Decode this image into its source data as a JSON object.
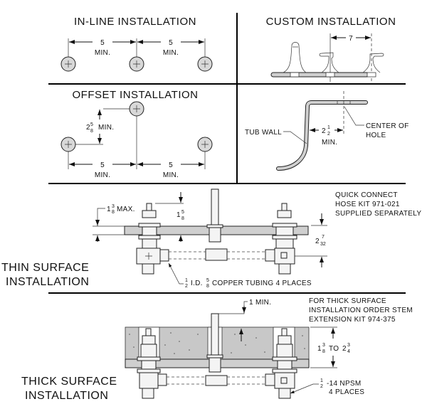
{
  "panels": {
    "inline": {
      "title": "IN-LINE INSTALLATION",
      "dim1_value": "5",
      "dim1_note": "MIN.",
      "dim2_value": "5",
      "dim2_note": "MIN."
    },
    "custom": {
      "title": "CUSTOM INSTALLATION",
      "dim_value": "7"
    },
    "offset": {
      "title": "OFFSET INSTALLATION",
      "vertical_whole": "2",
      "vertical_num": "5",
      "vertical_den": "8",
      "vertical_note": "MIN.",
      "dim1_value": "5",
      "dim1_note": "MIN.",
      "dim2_value": "5",
      "dim2_note": "MIN."
    },
    "tub": {
      "tub_wall_label": "TUB WALL",
      "dim_whole": "2",
      "dim_num": "1",
      "dim_den": "2",
      "dim_note": "MIN.",
      "center_label_line1": "CENTER OF",
      "center_label_line2": "HOLE"
    },
    "thin": {
      "title_line1": "THIN SURFACE",
      "title_line2": "INSTALLATION",
      "max_whole": "1",
      "max_num": "3",
      "max_den": "8",
      "max_note": "MAX.",
      "spout_whole": "1",
      "spout_num": "5",
      "spout_den": "8",
      "height_whole": "2",
      "height_num": "7",
      "height_den": "32",
      "note_line1": "QUICK CONNECT",
      "note_line2": "HOSE KIT 971-021",
      "note_line3": "SUPPLIED SEPARATELY",
      "tubing_num1": "1",
      "tubing_den1": "2",
      "tubing_mid": "I.D.",
      "tubing_num2": "5",
      "tubing_den2": "8",
      "tubing_rest": "COPPER TUBING 4 PLACES"
    },
    "thick": {
      "title_line1": "THICK SURFACE",
      "title_line2": "INSTALLATION",
      "min_label": "1 MIN.",
      "note_line1": "FOR THICK SURFACE",
      "note_line2": "INSTALLATION ORDER STEM",
      "note_line3": "EXTENSION KIT 974-375",
      "range_whole1": "1",
      "range_num1": "3",
      "range_den1": "8",
      "range_to": "TO",
      "range_whole2": "2",
      "range_num2": "3",
      "range_den2": "4",
      "npsm_num": "1",
      "npsm_den": "2",
      "npsm_label": "-14 NPSM",
      "npsm_places": "4 PLACES"
    }
  }
}
